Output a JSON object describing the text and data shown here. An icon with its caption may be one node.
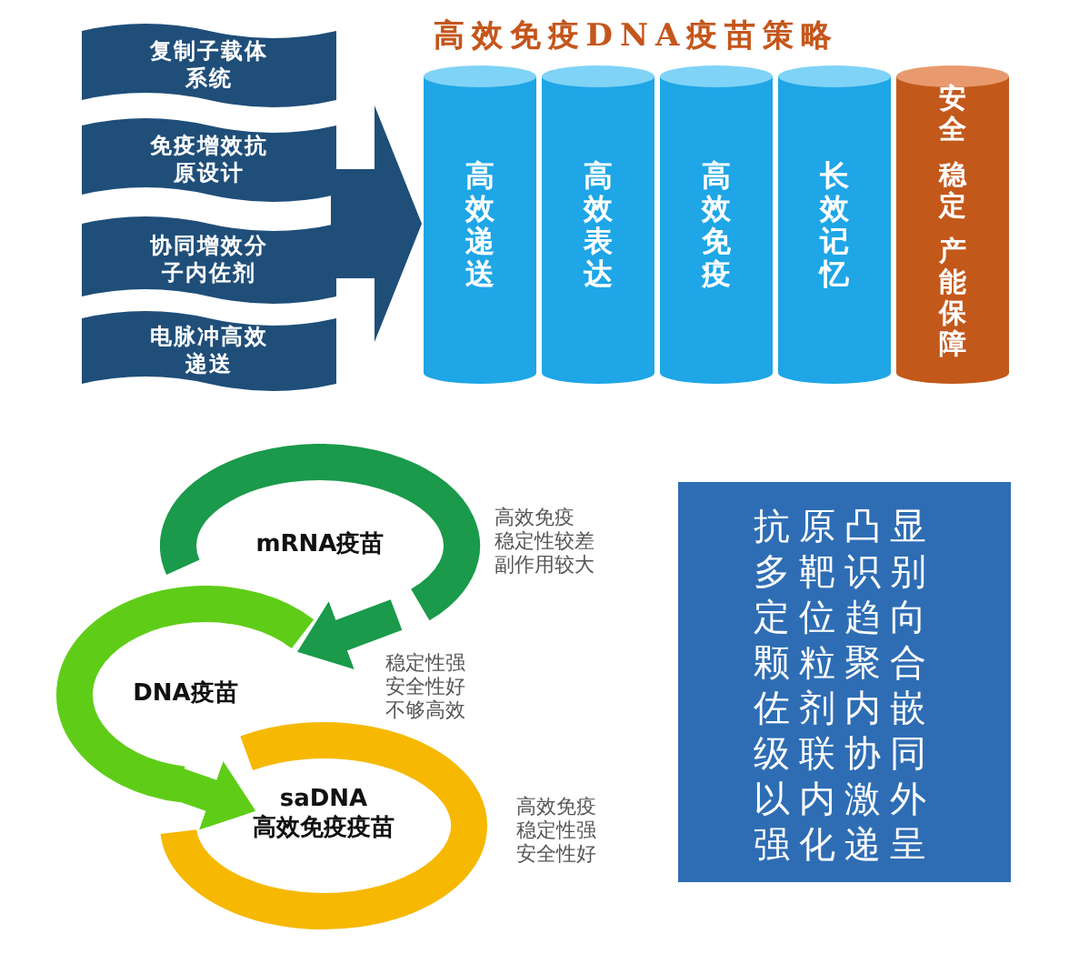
{
  "diagram": {
    "title": "高效免疫DNA疫苗策略",
    "nodes": [
      {
        "text": [
          "复制子载体系统"
        ]
      },
      {
        "text": [
          "免疫增效抗原设计"
        ]
      },
      {
        "text": [
          "协同增效分子内佐剂"
        ]
      },
      {
        "text": [
          "电脉冲高效递送"
        ]
      },
      {
        "text": [],
        "shape": "arrow"
      },
      {
        "text": [
          "高效递送"
        ]
      },
      {
        "text": [
          "高效表达"
        ]
      },
      {
        "text": [
          "高效免疫"
        ]
      },
      {
        "text": [
          "长效记忆"
        ]
      },
      {
        "text": [
          "安全",
          "稳定",
          "产能保障"
        ]
      },
      {
        "text": [
          "mRNA疫苗"
        ],
        "beside": [
          "高效免疫",
          "稳定性较差",
          "副作用较大"
        ]
      },
      {
        "text": [
          "DNA疫苗"
        ],
        "beside": [
          "稳定性强",
          "安全性好",
          "不够高效"
        ]
      },
      {
        "text": [
          "saDNA 高效免疫疫苗"
        ],
        "beside": [
          "高效免疫",
          "稳定性强",
          "安全性好"
        ]
      },
      {
        "text": [
          "抗原凸显",
          "多靶识别",
          "定位趋向",
          "颗粒聚合",
          "佐剂内嵌",
          "级联协同",
          "以内激外",
          "强化递呈"
        ]
      }
    ],
    "edges": [
      {
        "from": 10,
        "to": 11,
        "arrow": "to",
        "color": "#1a9a4a"
      },
      {
        "from": 11,
        "to": 12,
        "arrow": "to",
        "color": "#5fcd18"
      }
    ]
  }
}
